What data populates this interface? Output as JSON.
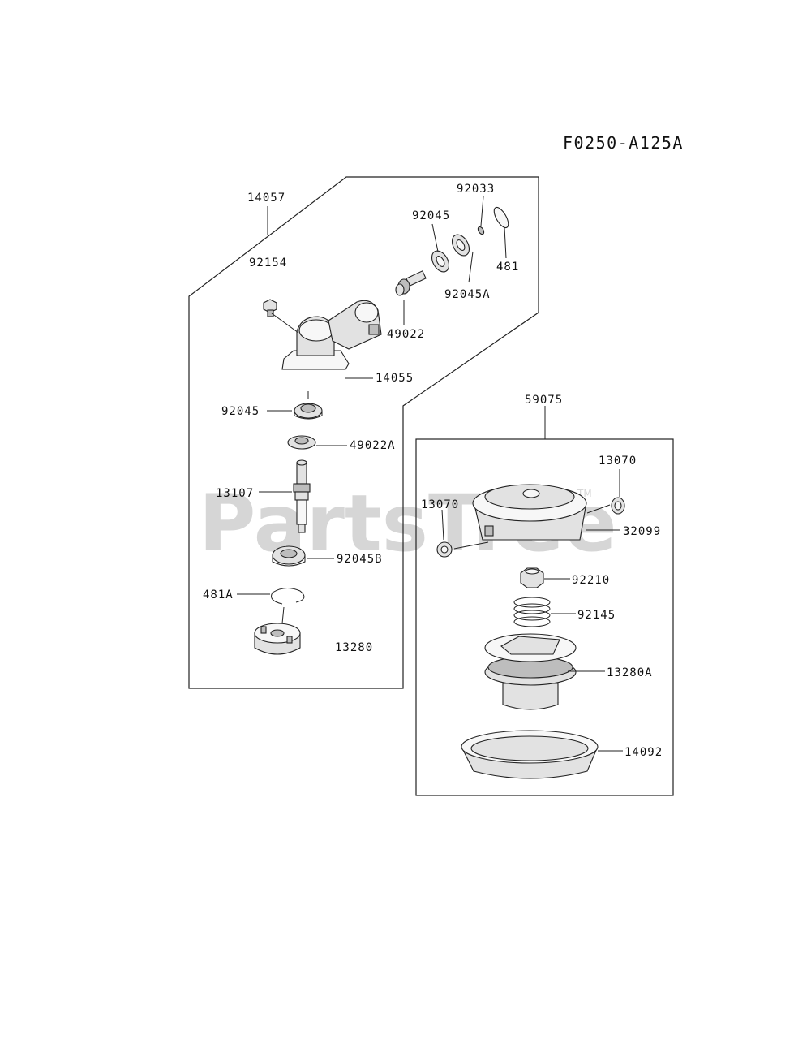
{
  "diagram": {
    "code": "F0250-A125A",
    "watermark": "PartsTree",
    "watermark_tm": "TM",
    "labels": {
      "p14057": "14057",
      "p92154": "92154",
      "p92033": "92033",
      "p92045_top": "92045",
      "p481": "481",
      "p92045A": "92045A",
      "p49022": "49022",
      "p14055": "14055",
      "p92045_mid": "92045",
      "p49022A": "49022A",
      "p13107": "13107",
      "p92045B": "92045B",
      "p481A": "481A",
      "p13280": "13280",
      "p59075": "59075",
      "p13070_right": "13070",
      "p13070_left": "13070",
      "p32099": "32099",
      "p92210": "92210",
      "p92145": "92145",
      "p13280A": "13280A",
      "p14092": "14092"
    }
  }
}
